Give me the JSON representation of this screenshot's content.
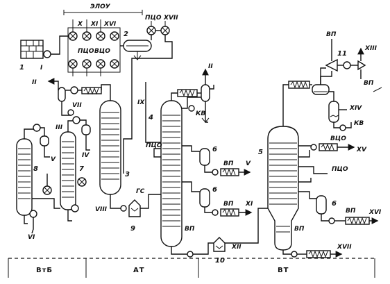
{
  "sections": {
    "elou": "ЭЛОУ",
    "vtb": "ВтБ",
    "at": "АТ",
    "vt": "ВТ"
  },
  "units": {
    "n1": "1",
    "n2": "2",
    "n3": "3",
    "n4": "4",
    "n5": "5",
    "n6a": "6",
    "n6b": "6",
    "n6c": "6",
    "n7": "7",
    "n8": "8",
    "n9": "9",
    "n10": "10",
    "n11": "11"
  },
  "streams": {
    "r_i": "I",
    "r_ii_left": "II",
    "r_ii_top": "II",
    "r_iii": "III",
    "r_iv": "IV",
    "r_v_left": "V",
    "r_v_mid": "V",
    "r_vi": "VI",
    "r_vii": "VII",
    "r_viii": "VIII",
    "r_ix": "IX",
    "r_x_top": "X",
    "r_xi_top": "XI",
    "r_xi_mid": "XI",
    "r_xii": "XII",
    "r_xiii": "XIII",
    "r_xiv": "XIV",
    "r_xv": "XV",
    "r_xvi_top": "XVI",
    "r_xvi_right": "XVI",
    "r_xvii_top": "XVII",
    "r_xvii_bot": "XVII"
  },
  "media": {
    "pco_elou1": "ПЦО",
    "vco_elou": "ВЦО",
    "pco_elou2": "ПЦО",
    "pco_at": "ПЦО",
    "pco_vt": "ПЦО",
    "vco_vt": "ВЦО",
    "kv_at": "КВ",
    "kv_vt": "КВ",
    "gs": "ГС",
    "vp_top": "ВП",
    "vp_right": "ВП",
    "vp_at1": "ВП",
    "vp_at2": "ВП",
    "vp_at3": "ВП",
    "vp_vt1": "ВП",
    "vp_vt2": "ВП"
  }
}
